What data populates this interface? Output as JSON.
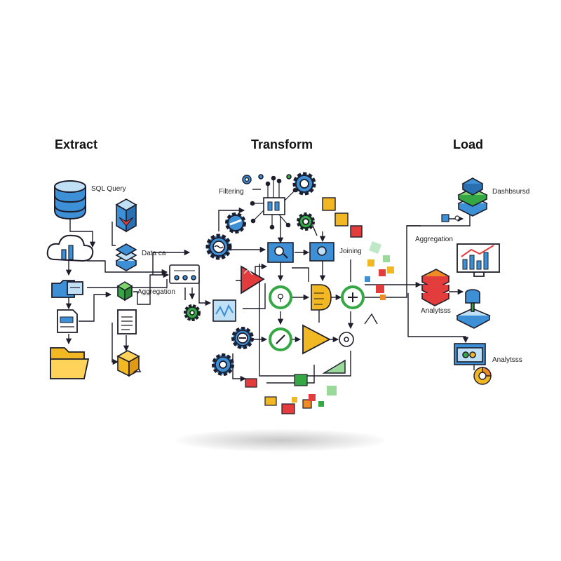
{
  "sections": {
    "extract": "Extract",
    "transform": "Transform",
    "load": "Load"
  },
  "labels": {
    "sql_query": "SQL Query",
    "data_ca": "Data ca",
    "aggregation_left": "Aggregation",
    "filtering": "Filtering",
    "joining": "Joining",
    "aggregation_right": "Aggregation",
    "dashboard": "Dashbsursd",
    "analysis_1": "Analytsss",
    "analysis_2": "Analytsss"
  },
  "colors": {
    "outline": "#1d1d2b",
    "blue": "#3d8fd6",
    "light_blue": "#bfe0f5",
    "green": "#35a845",
    "yellow": "#f2b824",
    "red": "#e23c3c",
    "orange": "#f08a24"
  }
}
